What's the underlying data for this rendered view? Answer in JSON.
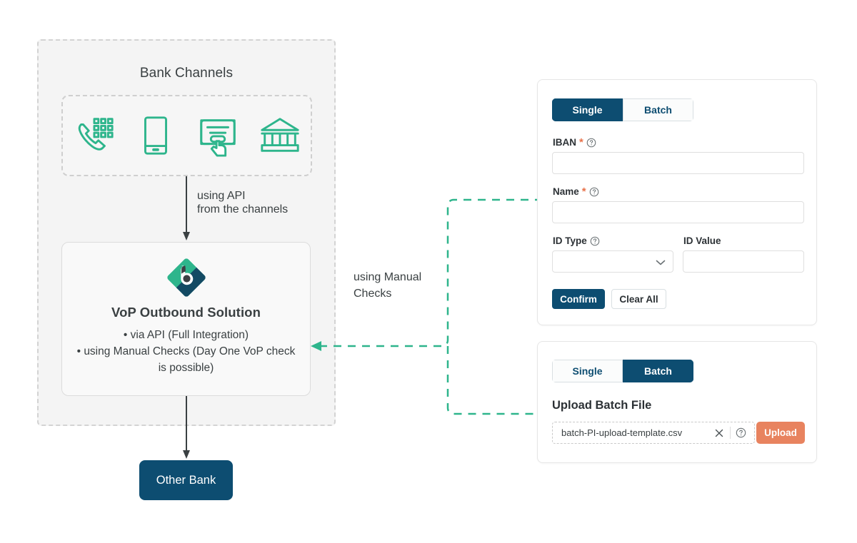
{
  "diagram": {
    "bank_channels_title": "Bank Channels",
    "channel_icons": [
      {
        "name": "telephone-keypad-icon",
        "label": "Phone banking"
      },
      {
        "name": "mobile-phone-icon",
        "label": "Mobile banking"
      },
      {
        "name": "online-form-click-icon",
        "label": "Online banking"
      },
      {
        "name": "bank-building-icon",
        "label": "Branch"
      }
    ],
    "api_arrow_label_line1": "using API",
    "api_arrow_label_line2": "from the channels",
    "manual_arrow_label_line1": "using Manual",
    "manual_arrow_label_line2": "Checks",
    "vop": {
      "logo_name": "vop-diamond-logo",
      "title": "VoP Outbound Solution",
      "bullets": [
        "via API (Full Integration)",
        "using Manual Checks (Day One VoP check is possible)"
      ]
    },
    "other_bank_label": "Other Bank"
  },
  "single_card": {
    "tabs": [
      {
        "label": "Single",
        "active": true
      },
      {
        "label": "Batch",
        "active": false
      }
    ],
    "fields": {
      "iban": {
        "label": "IBAN",
        "required": "*",
        "value": "",
        "placeholder": ""
      },
      "name": {
        "label": "Name",
        "required": "*",
        "value": "",
        "placeholder": ""
      },
      "id_type": {
        "label": "ID Type",
        "value": "",
        "placeholder": ""
      },
      "id_value": {
        "label": "ID Value",
        "value": "",
        "placeholder": ""
      }
    },
    "buttons": {
      "confirm": "Confirm",
      "clear_all": "Clear All"
    }
  },
  "batch_card": {
    "tabs": [
      {
        "label": "Single",
        "active": false
      },
      {
        "label": "Batch",
        "active": true
      }
    ],
    "heading": "Upload Batch File",
    "filename": "batch-PI-upload-template.csv",
    "upload_button": "Upload"
  },
  "colors": {
    "navy": "#0d4d71",
    "teal": "#2eb58c",
    "orange_accent": "#e8724a",
    "upload_orange": "#e8835f",
    "panel_gray": "#f4f4f4",
    "text_dark": "#3a4042"
  }
}
